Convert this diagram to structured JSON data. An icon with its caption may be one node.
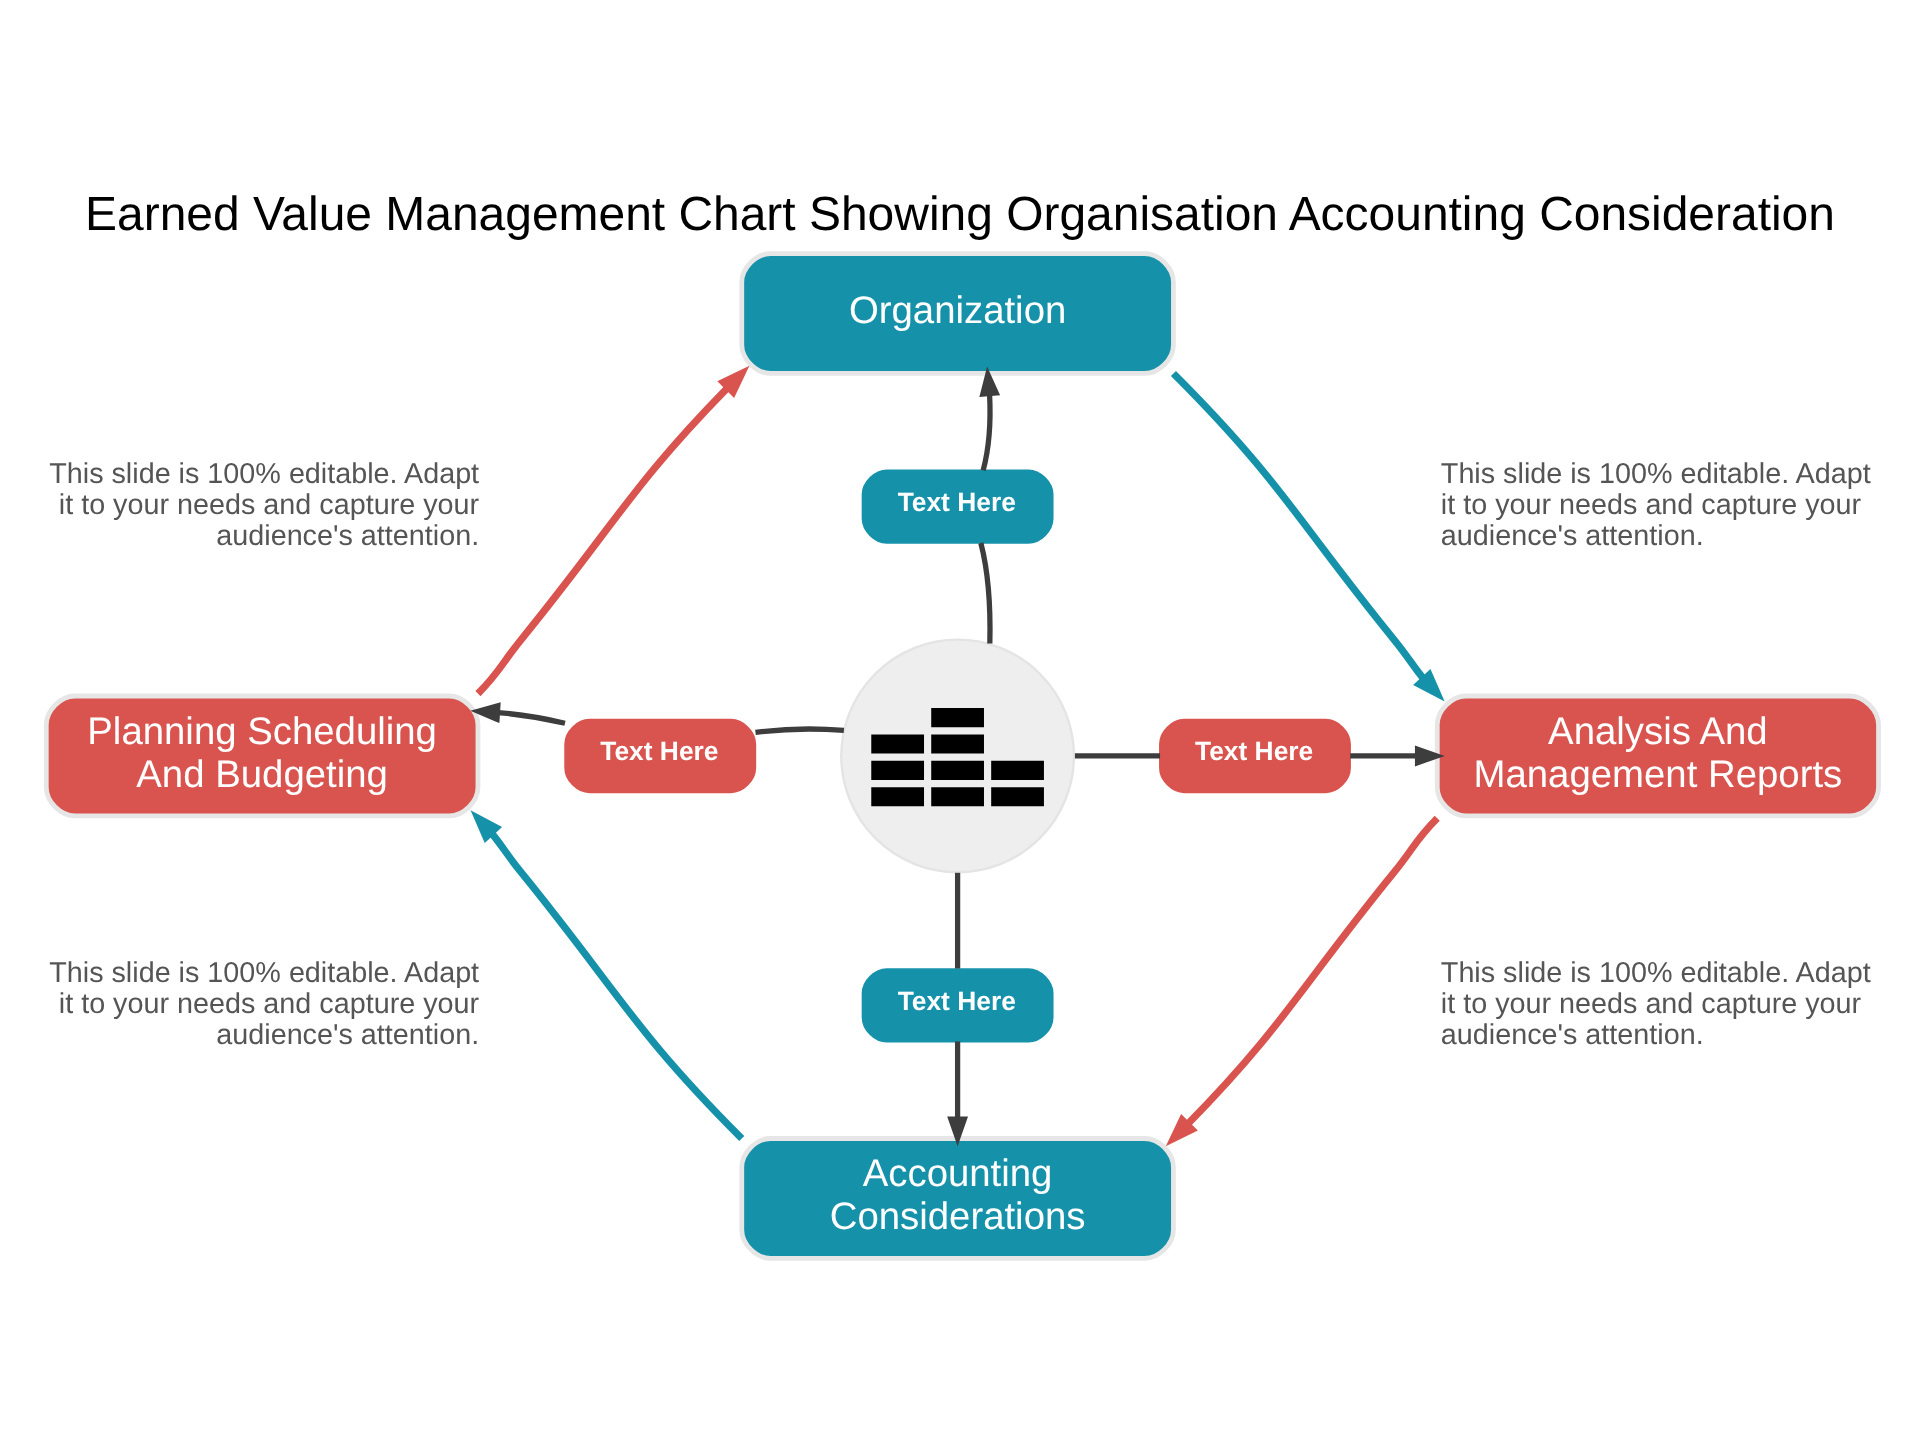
{
  "diagram": {
    "title": "Earned Value Management Chart Showing Organisation Accounting Consideration",
    "nodes": [
      {
        "text": [
          "Organization"
        ]
      },
      {
        "text": [
          "Planning Scheduling And Budgeting"
        ]
      },
      {
        "text": [
          "Analysis And Management Reports"
        ]
      },
      {
        "text": [
          "Accounting Considerations"
        ]
      },
      {
        "text": [],
        "shape": "circle"
      },
      {
        "text": [
          "Text Here"
        ]
      },
      {
        "text": [
          "Text Here"
        ]
      },
      {
        "text": [
          "Text Here"
        ]
      },
      {
        "text": [
          "Text Here"
        ]
      }
    ],
    "edges": [
      {
        "from": 4,
        "to": 5,
        "arrow": "none"
      },
      {
        "from": 5,
        "to": 0,
        "arrow": "to"
      },
      {
        "from": 4,
        "to": 6,
        "arrow": "none"
      },
      {
        "from": 6,
        "to": 1,
        "arrow": "to"
      },
      {
        "from": 4,
        "to": 7,
        "arrow": "none"
      },
      {
        "from": 7,
        "to": 2,
        "arrow": "to"
      },
      {
        "from": 4,
        "to": 8,
        "arrow": "none"
      },
      {
        "from": 8,
        "to": 3,
        "arrow": "to"
      },
      {
        "from": 1,
        "to": 0,
        "arrow": "to",
        "color": "#d9534f"
      },
      {
        "from": 0,
        "to": 2,
        "arrow": "to",
        "color": "#1592aa"
      },
      {
        "from": 2,
        "to": 3,
        "arrow": "to",
        "color": "#d9534f"
      },
      {
        "from": 3,
        "to": 1,
        "arrow": "to",
        "color": "#1592aa"
      }
    ],
    "labels": [
      "This slide is 100% editable. Adapt it to your needs and capture your audience's attention.",
      "This slide is 100% editable. Adapt it to your needs and capture your audience's attention.",
      "This slide is 100% editable. Adapt it to your needs and capture your audience's attention.",
      "This slide is 100% editable. Adapt it to your needs and capture your audience's attention."
    ]
  }
}
